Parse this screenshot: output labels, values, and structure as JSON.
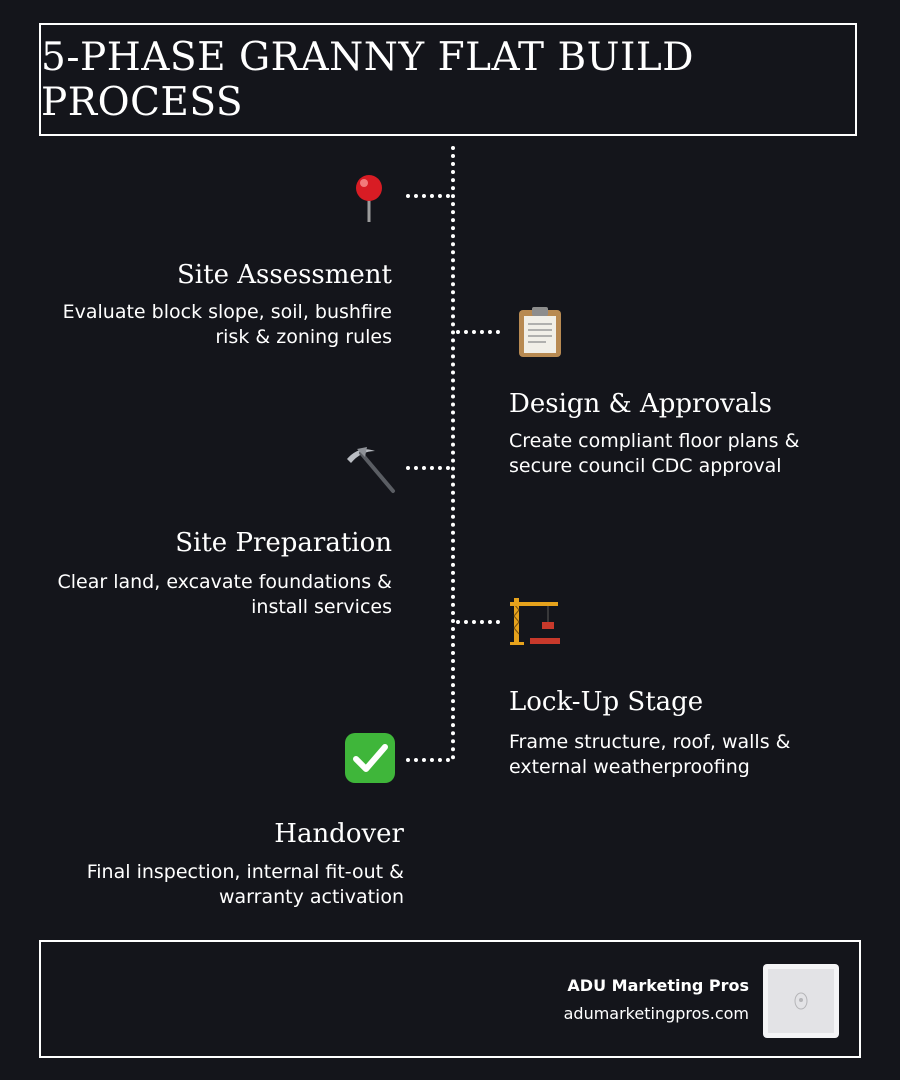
{
  "title": "5-PHASE GRANNY FLAT BUILD PROCESS",
  "steps": [
    {
      "title": "Site Assessment",
      "desc": "Evaluate block slope, soil, bushfire risk & zoning rules",
      "icon": "map-pin-icon"
    },
    {
      "title": "Design & Approvals",
      "desc": "Create compliant floor plans & secure council CDC approval",
      "icon": "clipboard-icon"
    },
    {
      "title": "Site Preparation",
      "desc": "Clear land, excavate foundations & install services",
      "icon": "pickaxe-icon"
    },
    {
      "title": "Lock-Up Stage",
      "desc": "Frame structure, roof, walls & external weatherproofing",
      "icon": "crane-icon"
    },
    {
      "title": "Handover",
      "desc": "Final inspection, internal fit-out & warranty activation",
      "icon": "check-mark-icon"
    }
  ],
  "footer": {
    "brand": "ADU Marketing Pros",
    "url": "adumarketingpros.com"
  },
  "colors": {
    "background": "#14151b",
    "text": "#ffffff",
    "check_green": "#3fb63a",
    "pin_red": "#d81c24"
  }
}
